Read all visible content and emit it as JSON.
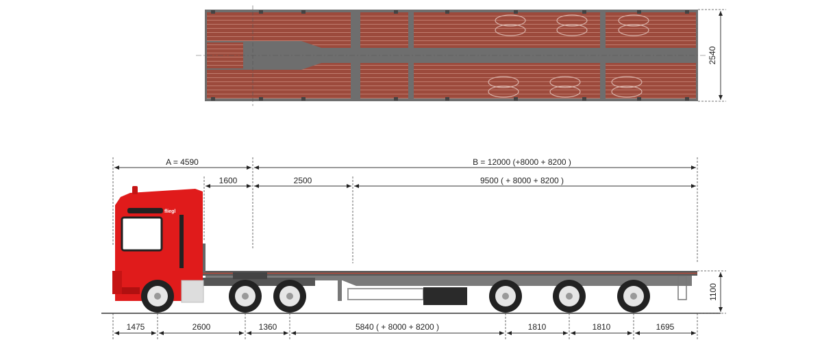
{
  "drawing": {
    "top_view": {
      "width_label": "2540",
      "deck_color": "#9c4a3c",
      "frame_color": "#6b6b6b"
    },
    "side_view": {
      "cab_color": "#e01b1b",
      "cab_brand": "fliegl",
      "top_dimensions": {
        "A": "A = 4590",
        "B": "B = 12000  (+8000 + 8200 )",
        "d1600": "1600",
        "d2500": "2500",
        "d9500": "9500 ( + 8000 + 8200 )"
      },
      "height_label": "1100",
      "bottom_dimensions": {
        "d1475": "1475",
        "d2600": "2600",
        "d1360": "1360",
        "d5840": "5840 ( + 8000 + 8200 )",
        "d1810a": "1810",
        "d1810b": "1810",
        "d1695": "1695"
      }
    }
  }
}
